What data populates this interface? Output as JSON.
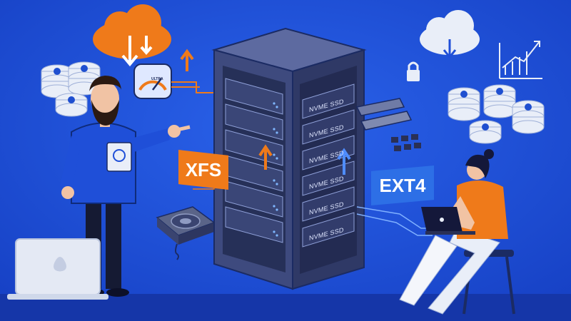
{
  "labels": {
    "xfs": "XFS",
    "ext4": "EXT4",
    "gauge": "ULTRA"
  },
  "ssd_drives": [
    "NVME SSD",
    "NVME SSD",
    "NVME SSD",
    "NVME SSD",
    "NVME SSD",
    "NVME SSD"
  ],
  "colors": {
    "background": "#1b4fd8",
    "orange_accent": "#ef7a1a",
    "server_dark": "#3a4470",
    "ext4_blue": "#2d6fe6"
  }
}
